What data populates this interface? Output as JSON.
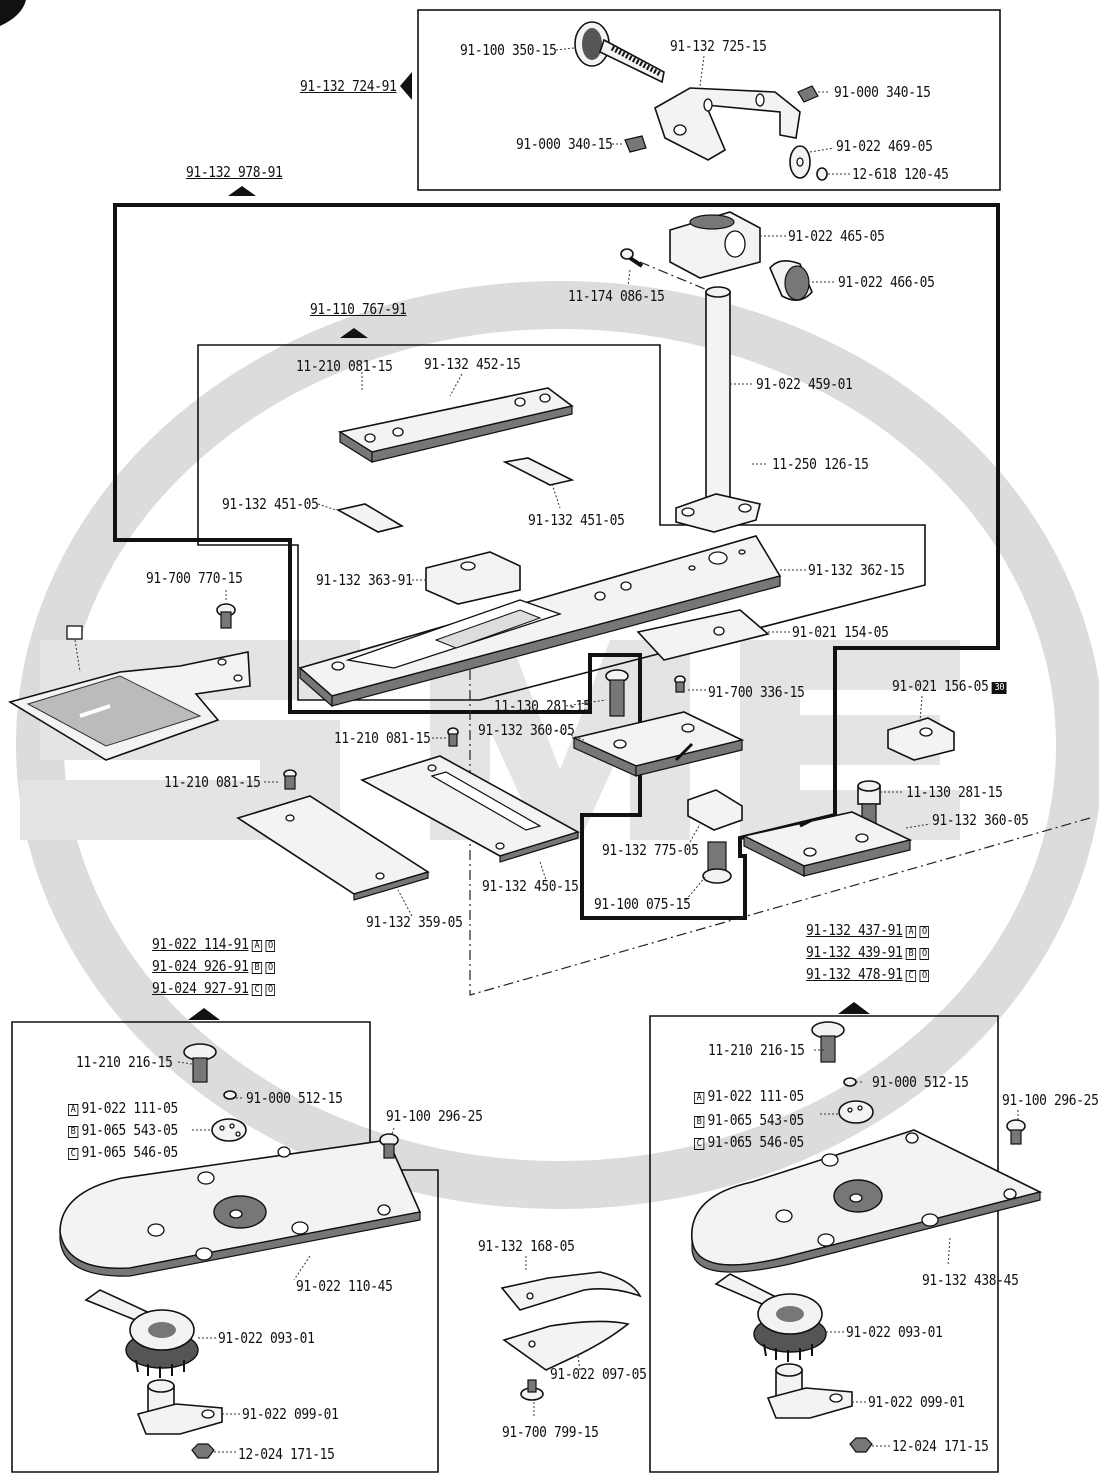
{
  "groups": {
    "g_724": {
      "label": "91-132 724-91"
    },
    "g_978": {
      "label": "91-132 978-91"
    },
    "g_767": {
      "label": "91-110 767-91"
    },
    "g_left": {
      "labels": [
        {
          "num": "91-022 114-91",
          "tag": "A",
          "mark": "O"
        },
        {
          "num": "91-024 926-91",
          "tag": "B",
          "mark": "O"
        },
        {
          "num": "91-024 927-91",
          "tag": "C",
          "mark": "O"
        }
      ]
    },
    "g_right": {
      "labels": [
        {
          "num": "91-132 437-91",
          "tag": "A",
          "mark": "O"
        },
        {
          "num": "91-132 439-91",
          "tag": "B",
          "mark": "O"
        },
        {
          "num": "91-132 478-91",
          "tag": "C",
          "mark": "O"
        }
      ]
    }
  },
  "parts": {
    "p1": "91-100 350-15",
    "p2": "91-132 725-15",
    "p3": "91-000 340-15",
    "p4": "91-000 340-15",
    "p5": "91-022 469-05",
    "p6": "12-618 120-45",
    "p7": "91-022 465-05",
    "p8": "91-022 466-05",
    "p9": "11-174 086-15",
    "p10": "11-210 081-15",
    "p11": "91-132 452-15",
    "p12": "91-022 459-01",
    "p13": "11-250 126-15",
    "p14": "91-132 451-05",
    "p15": "91-132 451-05",
    "p16": "91-132 363-91",
    "p17": "91-132 362-15",
    "p18": "91-700 770-15",
    "p19": "91-021 154-05",
    "p20": "91-700 336-15",
    "p21": "11-130 281-15",
    "p22": "91-132 360-05",
    "p23": "11-210 081-15",
    "p24": "11-210 081-15",
    "p25": "91-021 156-05",
    "p25_tag": "30",
    "p26": "11-130 281-15",
    "p27": "91-132 360-05",
    "p28": "91-132 775-05",
    "p29": "91-100 075-15",
    "p30": "91-132 450-15",
    "p31": "91-132 359-05",
    "l1": "11-210 216-15",
    "l2": "91-000 512-15",
    "l3": "91-022 111-05",
    "l3_tag": "A",
    "l4": "91-065 543-05",
    "l4_tag": "B",
    "l5": "91-065 546-05",
    "l5_tag": "C",
    "l6": "91-100 296-25",
    "l7": "91-022 110-45",
    "l8": "91-022 093-01",
    "l9": "91-022 099-01",
    "l10": "12-024 171-15",
    "m1": "91-132 168-05",
    "m2": "91-022 097-05",
    "m3": "91-700 799-15",
    "r1": "11-210 216-15",
    "r2": "91-000 512-15",
    "r3": "91-022 111-05",
    "r3_tag": "A",
    "r4": "91-065 543-05",
    "r4_tag": "B",
    "r5": "91-065 546-05",
    "r5_tag": "C",
    "r6": "91-100 296-25",
    "r7": "91-132 438-45",
    "r8": "91-022 093-01",
    "r9": "91-022 099-01",
    "r10": "12-024 171-15"
  }
}
